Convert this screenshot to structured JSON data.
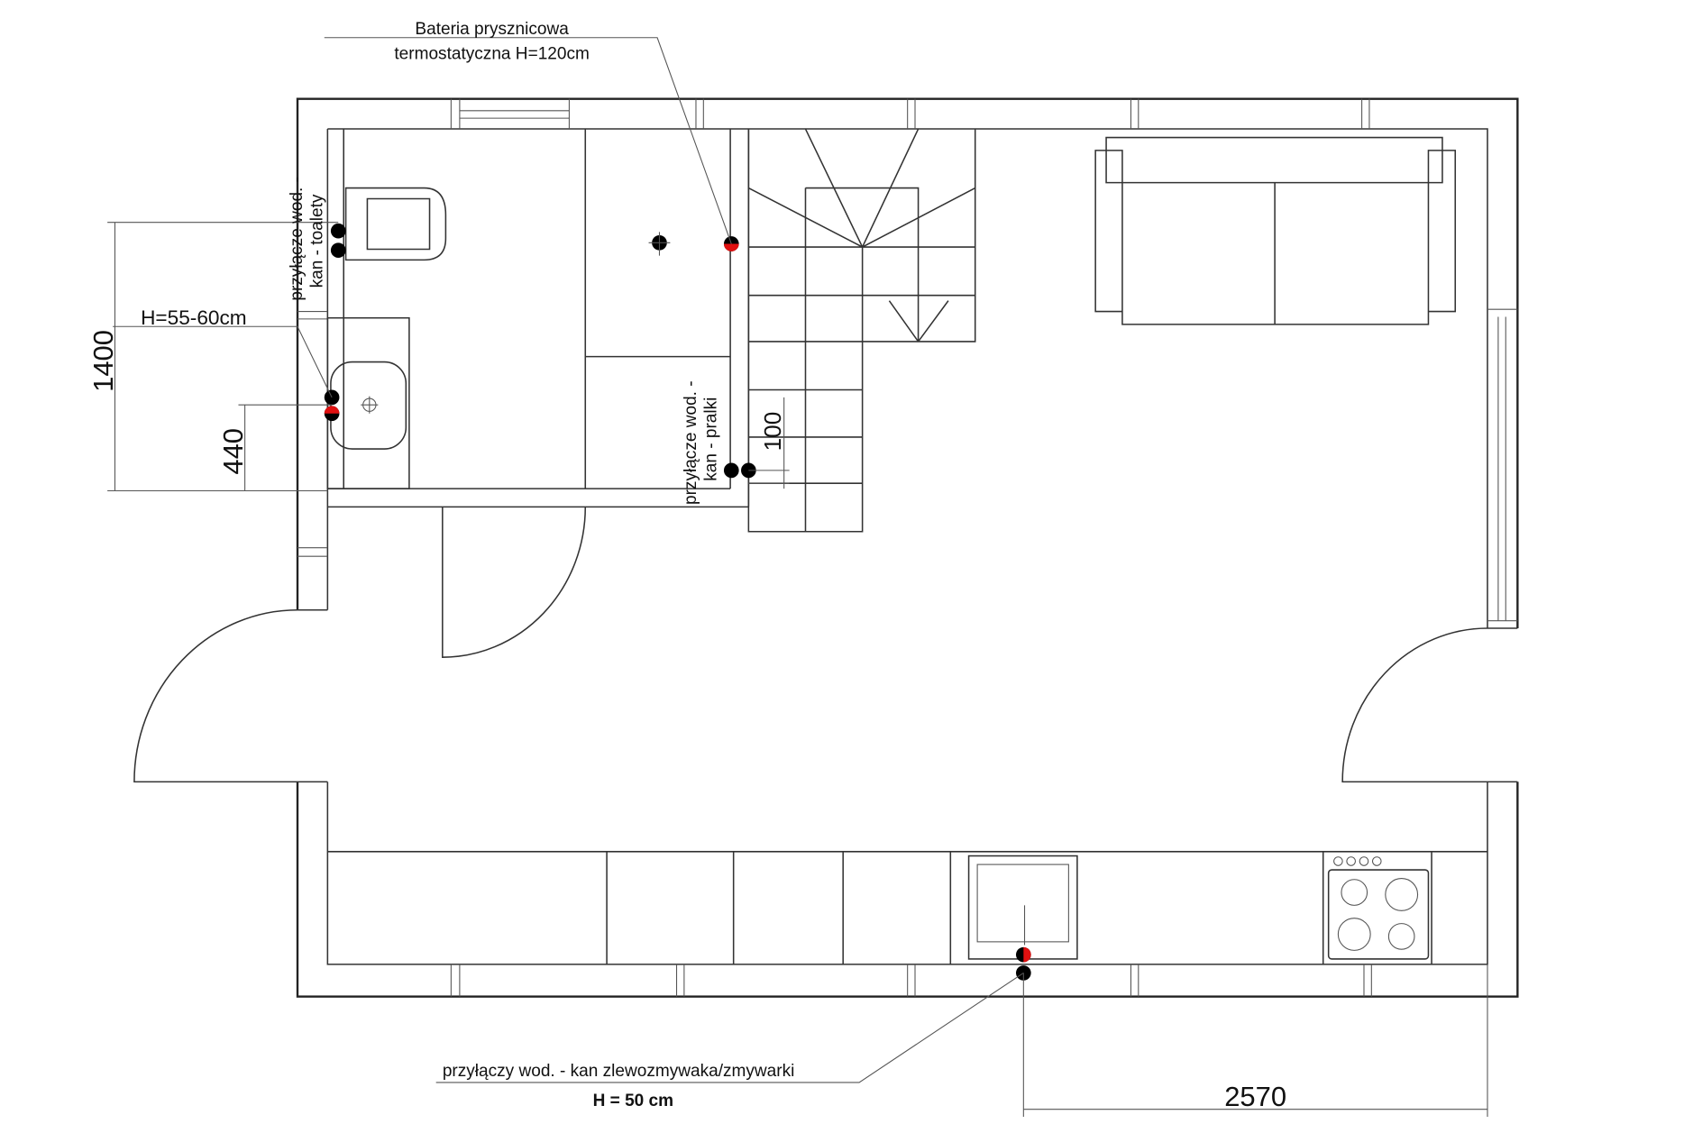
{
  "labels": {
    "shower": [
      "Bateria prysznicowa",
      "termostatyczna H=120cm"
    ],
    "toilet": [
      "przyłącze wod. -",
      "kan - toalety"
    ],
    "sink_height": "H=55-60cm",
    "washer": [
      "przyłącze wod. -",
      "kan - pralki"
    ],
    "kitchen": "przyłączy wod. - kan zlewozmywaka/zmywarki",
    "kitchen_height": "H = 50 cm"
  },
  "dimensions": {
    "d1400": "1400",
    "d440": "440",
    "d100": "100",
    "d2570": "2570"
  },
  "colors": {
    "hot": "#e01010",
    "cold": "#000000"
  }
}
